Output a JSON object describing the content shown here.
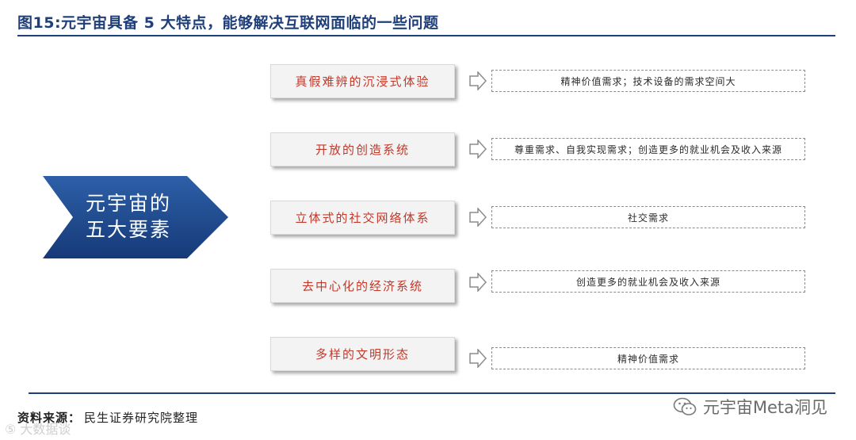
{
  "title": "图15:元宇宙具备 5 大特点，能够解决互联网面临的一些问题",
  "center": {
    "line1": "元宇宙的",
    "line2": "五大要素"
  },
  "rows": [
    {
      "feature": "真假难辨的沉浸式体验",
      "need": "精神价值需求；技术设备的需求空间大"
    },
    {
      "feature": "开放的创造系统",
      "need": "尊重需求、自我实现需求；创造更多的就业机会及收入来源"
    },
    {
      "feature": "立体式的社交网络体系",
      "need": "社交需求"
    },
    {
      "feature": "去中心化的经济系统",
      "need": "创造更多的就业机会及收入来源"
    },
    {
      "feature": "多样的文明形态",
      "need": "精神价值需求"
    }
  ],
  "source": {
    "label": "资料来源：",
    "text": "民生证券研究院整理"
  },
  "watermark_left": "⑤ 大数据谈",
  "watermark_right": "元宇宙Meta洞见",
  "colors": {
    "accent_blue": "#1f3f7a",
    "feature_red": "#c0392b"
  }
}
